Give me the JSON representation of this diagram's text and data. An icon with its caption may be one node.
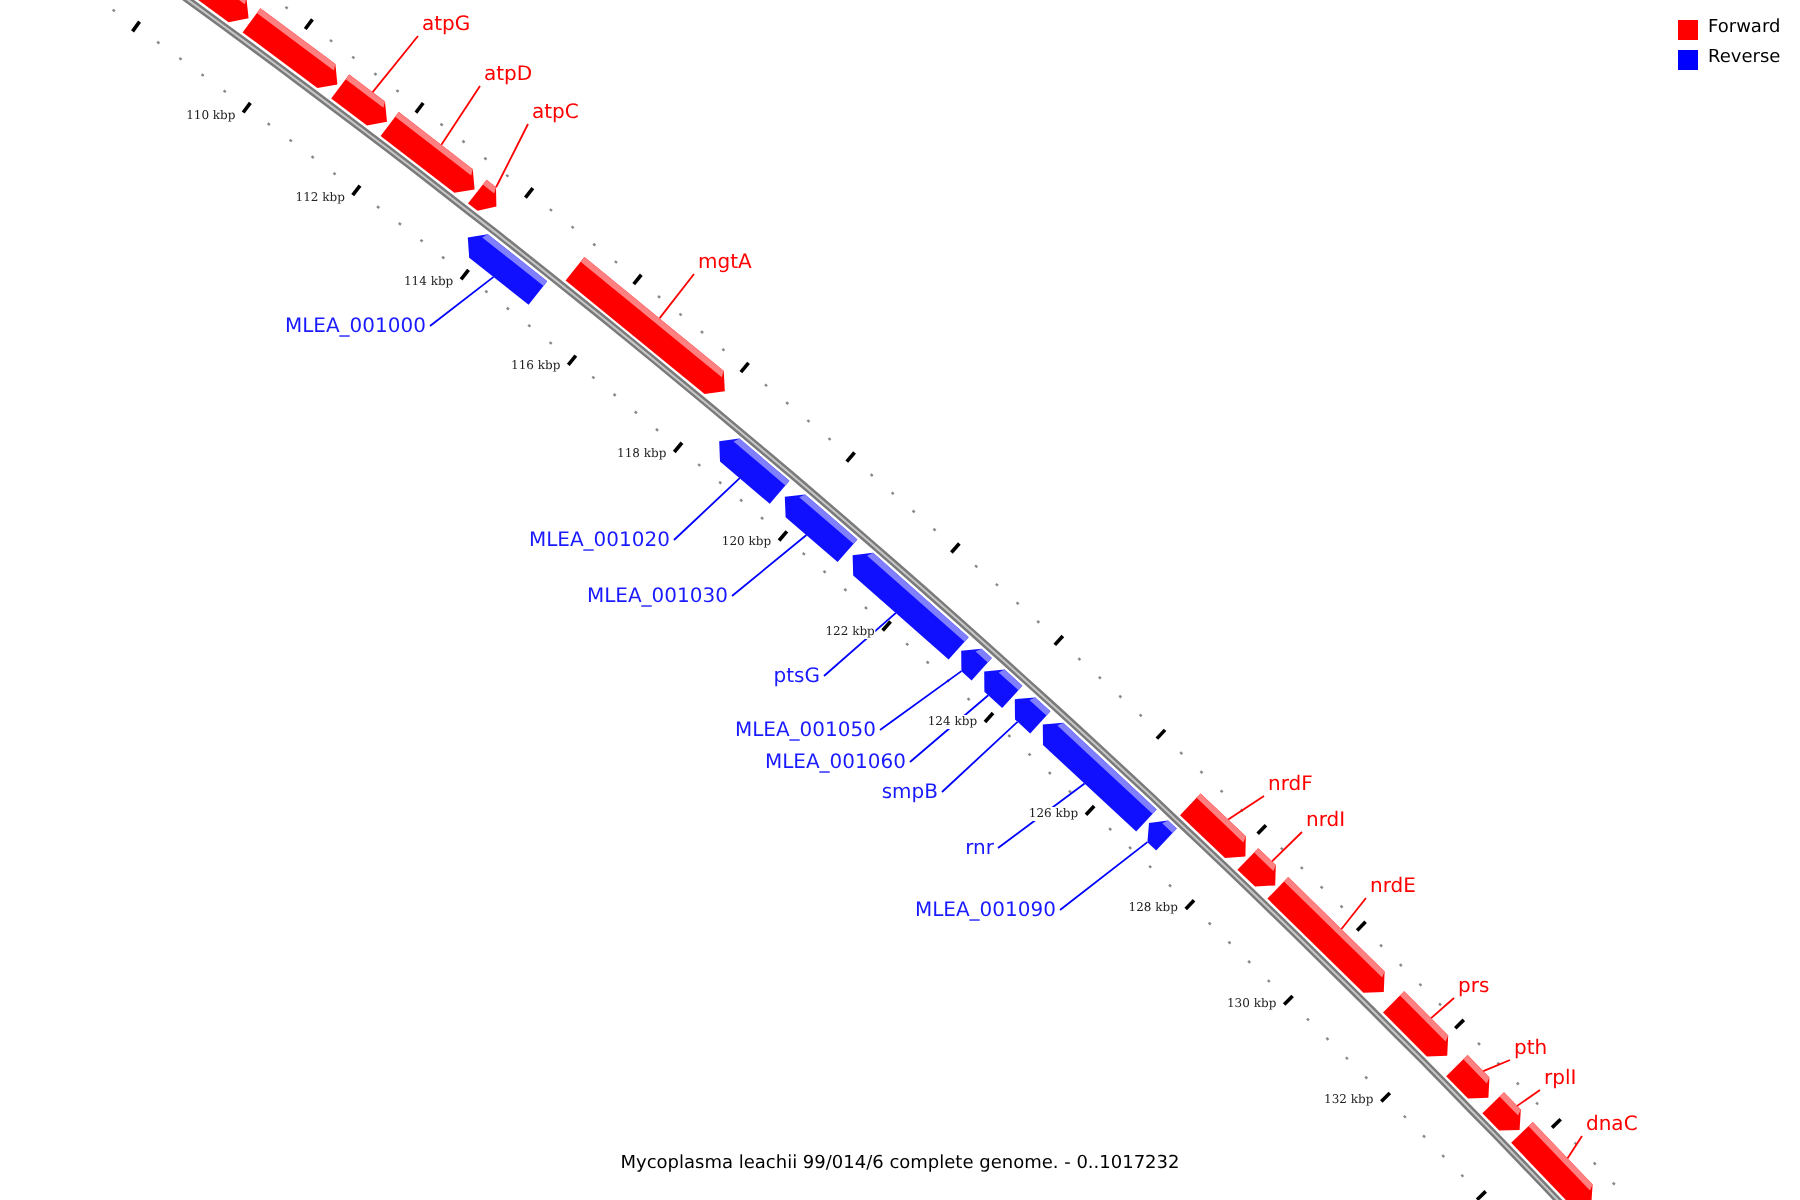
{
  "diagram": {
    "caption": "Mycoplasma leachii 99/014/6 complete genome. - 0..1017232",
    "nodes": [
      {
        "text": [],
        "shape": "bar"
      },
      {
        "text": [],
        "shape": "bar"
      },
      {
        "text": [],
        "shape": "bar"
      },
      {
        "text": [
          "atpG"
        ]
      },
      {
        "text": [],
        "shape": "bar"
      },
      {
        "text": [
          "atpD"
        ]
      },
      {
        "text": [],
        "shape": "bar"
      },
      {
        "text": [
          "atpC"
        ]
      },
      {
        "text": [],
        "shape": "bar"
      },
      {
        "text": [
          "MLEA_001000"
        ]
      },
      {
        "text": [],
        "shape": "bar"
      },
      {
        "text": [
          "mgtA"
        ]
      },
      {
        "text": [],
        "shape": "bar"
      },
      {
        "text": [
          "MLEA_001020"
        ]
      },
      {
        "text": [],
        "shape": "bar"
      },
      {
        "text": [
          "MLEA_001030"
        ]
      },
      {
        "text": [],
        "shape": "bar"
      },
      {
        "text": [
          "ptsG"
        ]
      },
      {
        "text": [],
        "shape": "bar"
      },
      {
        "text": [
          "MLEA_001050"
        ]
      },
      {
        "text": [],
        "shape": "bar"
      },
      {
        "text": [
          "MLEA_001060"
        ]
      },
      {
        "text": [],
        "shape": "bar"
      },
      {
        "text": [
          "smpB"
        ]
      },
      {
        "text": [],
        "shape": "bar"
      },
      {
        "text": [
          "rnr"
        ]
      },
      {
        "text": [],
        "shape": "bar"
      },
      {
        "text": [
          "MLEA_001090"
        ]
      },
      {
        "text": [],
        "shape": "bar"
      },
      {
        "text": [
          "nrdF"
        ]
      },
      {
        "text": [],
        "shape": "bar"
      },
      {
        "text": [
          "nrdI"
        ]
      },
      {
        "text": [],
        "shape": "bar"
      },
      {
        "text": [
          "nrdE"
        ]
      },
      {
        "text": [],
        "shape": "bar"
      },
      {
        "text": [
          "prs"
        ]
      },
      {
        "text": [],
        "shape": "bar"
      },
      {
        "text": [
          "pth"
        ]
      },
      {
        "text": [],
        "shape": "bar"
      },
      {
        "text": [
          "rplI"
        ]
      },
      {
        "text": [],
        "shape": "bar"
      },
      {
        "text": [
          "dnaC"
        ]
      }
    ],
    "edges": [
      {
        "from": 3,
        "to": 2,
        "arrow": "none",
        "color": "#ff0000"
      },
      {
        "from": 5,
        "to": 4,
        "arrow": "none",
        "color": "#ff0000"
      },
      {
        "from": 7,
        "to": 6,
        "arrow": "none",
        "color": "#ff0000"
      },
      {
        "from": 9,
        "to": 8,
        "arrow": "none",
        "color": "#0000ff"
      },
      {
        "from": 11,
        "to": 10,
        "arrow": "none",
        "color": "#ff0000"
      },
      {
        "from": 13,
        "to": 12,
        "arrow": "none",
        "color": "#0000ff"
      },
      {
        "from": 15,
        "to": 14,
        "arrow": "none",
        "color": "#0000ff"
      },
      {
        "from": 17,
        "to": 16,
        "arrow": "none",
        "color": "#0000ff"
      },
      {
        "from": 19,
        "to": 18,
        "arrow": "none",
        "color": "#0000ff"
      },
      {
        "from": 21,
        "to": 20,
        "arrow": "none",
        "color": "#0000ff"
      },
      {
        "from": 23,
        "to": 22,
        "arrow": "none",
        "color": "#0000ff"
      },
      {
        "from": 25,
        "to": 24,
        "arrow": "none",
        "color": "#0000ff"
      },
      {
        "from": 27,
        "to": 26,
        "arrow": "none",
        "color": "#0000ff"
      },
      {
        "from": 29,
        "to": 28,
        "arrow": "none",
        "color": "#ff0000"
      },
      {
        "from": 31,
        "to": 30,
        "arrow": "none",
        "color": "#ff0000"
      },
      {
        "from": 33,
        "to": 32,
        "arrow": "none",
        "color": "#ff0000"
      },
      {
        "from": 35,
        "to": 34,
        "arrow": "none",
        "color": "#ff0000"
      },
      {
        "from": 37,
        "to": 36,
        "arrow": "none",
        "color": "#ff0000"
      },
      {
        "from": 39,
        "to": 38,
        "arrow": "none",
        "color": "#ff0000"
      },
      {
        "from": 41,
        "to": 40,
        "arrow": "none",
        "color": "#ff0000"
      }
    ],
    "labels": [
      "110 kbp",
      "112 kbp",
      "114 kbp",
      "116 kbp",
      "118 kbp",
      "120 kbp",
      "122 kbp",
      "124 kbp",
      "126 kbp",
      "128 kbp",
      "130 kbp",
      "132 kbp"
    ],
    "legend": [
      {
        "text": "Forward",
        "color": "#ff0000"
      },
      {
        "text": "Reverse",
        "color": "#0000ff"
      }
    ]
  }
}
